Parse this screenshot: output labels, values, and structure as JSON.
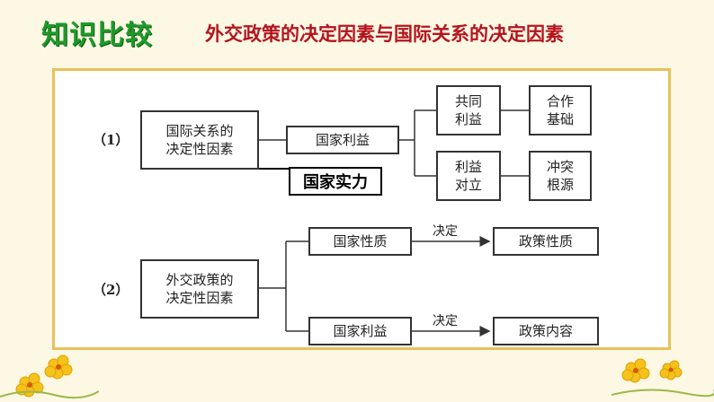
{
  "heading": {
    "main": "知识比较",
    "sub": "外交政策的决定因素与国际关系的决定因素"
  },
  "diagram": {
    "part1": {
      "label": "（1）",
      "root": "国际关系的\n决定性因素",
      "middle": "国家利益",
      "upper_branch": "共同\n利益",
      "upper_result": "合作\n基础",
      "lower_branch": "利益\n对立",
      "lower_result": "冲突\n根源",
      "added_factor": "国家实力"
    },
    "part2": {
      "label": "（2）",
      "root": "外交政策的\n决定性因素",
      "upper_factor": "国家性质",
      "upper_arrow_label": "决定",
      "upper_result": "政策性质",
      "lower_factor": "国家利益",
      "lower_arrow_label": "决定",
      "lower_result": "政策内容"
    }
  },
  "colors": {
    "heading_main": "#1f9a2a",
    "heading_sub": "#b4141e",
    "panel_border": "#e8c25a",
    "flower": "#f4c21a"
  }
}
